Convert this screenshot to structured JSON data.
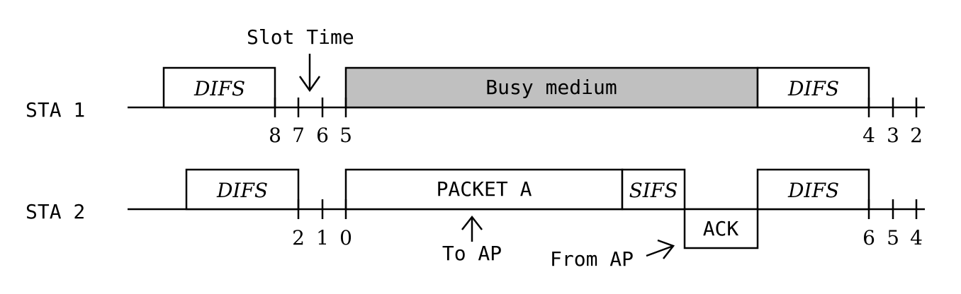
{
  "slot_time_label": "Slot Time",
  "sta1": {
    "label": "STA 1",
    "difs_left": "DIFS",
    "busy_medium": "Busy medium",
    "difs_right": "DIFS",
    "ticks": [
      "8",
      "7",
      "6",
      "5",
      "4",
      "3",
      "2"
    ]
  },
  "sta2": {
    "label": "STA 2",
    "difs_left": "DIFS",
    "packet": "PACKET A",
    "sifs": "SIFS",
    "ack": "ACK",
    "difs_right": "DIFS",
    "ticks": [
      "2",
      "1",
      "0",
      "6",
      "5",
      "4"
    ],
    "to_ap": "To AP",
    "from_ap": "From AP"
  },
  "colors": {
    "busy_fill": "#c0c0c0",
    "stroke": "#000000"
  }
}
